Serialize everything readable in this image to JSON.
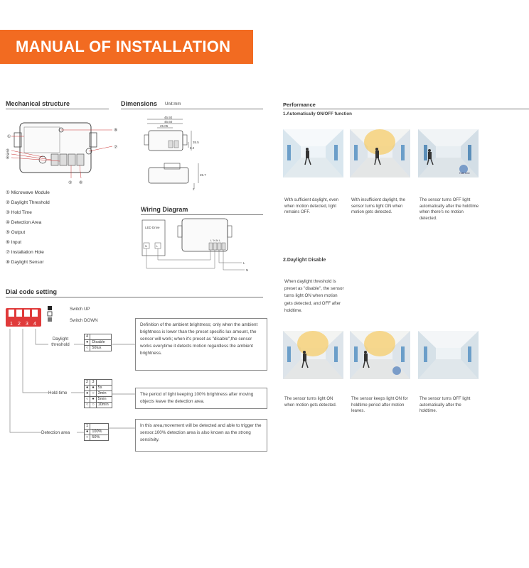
{
  "banner": {
    "title": "MANUAL OF INSTALLATION"
  },
  "mechanical": {
    "title": "Mechanical structure",
    "callouts": [
      "①",
      "②",
      "③",
      "④",
      "⑤",
      "⑥",
      "⑦",
      "⑧"
    ],
    "legend": [
      "① Microwave Module",
      "② Daylight Threshold",
      "③ Hold Time",
      "④ Detection Area",
      "⑤ Output",
      "⑥ Input",
      "⑦ Installation Hole",
      "⑧ Daylight Sensor"
    ]
  },
  "dimensions": {
    "title": "Dimensions",
    "unit": "Unit:mm",
    "values": [
      "45.92",
      "45.60",
      "25.05",
      "35.5",
      "8.2",
      "25.7",
      "2"
    ]
  },
  "wiring": {
    "title": "Wiring Diagram",
    "driver_label": "LED Drive",
    "driver_n": "N",
    "driver_l": "L",
    "terminal_labels": "L' N N L",
    "line_l": "L",
    "line_n": "N"
  },
  "dial": {
    "title": "Dial code setting",
    "switch_numbers": [
      "1",
      "2",
      "3",
      "4"
    ],
    "switch_up": "Switch UP",
    "switch_down": "Switch DOWN",
    "daylight_label": "Daylight threshold",
    "daylight_options": [
      [
        "4",
        ""
      ],
      [
        "●",
        "Disable"
      ],
      [
        "○",
        "50lux"
      ]
    ],
    "daylight_desc": "Definition of the ambient brightness; only when the ambient brightness is lower than the preset specific lux amount, the sensor will work; when it's preset as \"disable\",the sensor works everytime it detects motion regardless the ambient brightness.",
    "holdtime_label": "Hold-time",
    "holdtime_options": [
      [
        "2",
        "3",
        ""
      ],
      [
        "●",
        "●",
        "5s"
      ],
      [
        "●",
        "○",
        "3min"
      ],
      [
        "○",
        "●",
        "5min"
      ],
      [
        "○",
        "○",
        "10min"
      ]
    ],
    "holdtime_desc": "The period of light keeping 100% brightness after moving objects leave the detection area.",
    "detection_label": "Detection area",
    "detection_options": [
      [
        "1",
        ""
      ],
      [
        "●",
        "100%"
      ],
      [
        "○",
        "50%"
      ]
    ],
    "detection_desc": "In this area,movement will be detected and able to trigger the sensor.100% detection area is also known as the strong sensitvity."
  },
  "performance": {
    "title": "Performance",
    "subtitle1": "1.Automatically ON/OFF function",
    "captions1": [
      "With sufficient daylight, even when motion detected, light remains OFF.",
      "With insufficient daylight, the sensor turns light ON when motion gets detected.",
      "The sensor turns OFF light automatically after the holdtime when there's no motion detected."
    ],
    "badge": "Hold time",
    "subtitle2": "2.Daylight Disable",
    "disable_text": "When daylight threshold is preset as \"disable\", the sensor turns light ON when motion gets detected, and OFF after holdtime.",
    "captions2": [
      "The sensor turns light ON when motion gets detected.",
      "The sensor keeps light ON for holdtime period after motion leaves.",
      "The sensor turns OFF light automatically after the holdtime."
    ]
  }
}
